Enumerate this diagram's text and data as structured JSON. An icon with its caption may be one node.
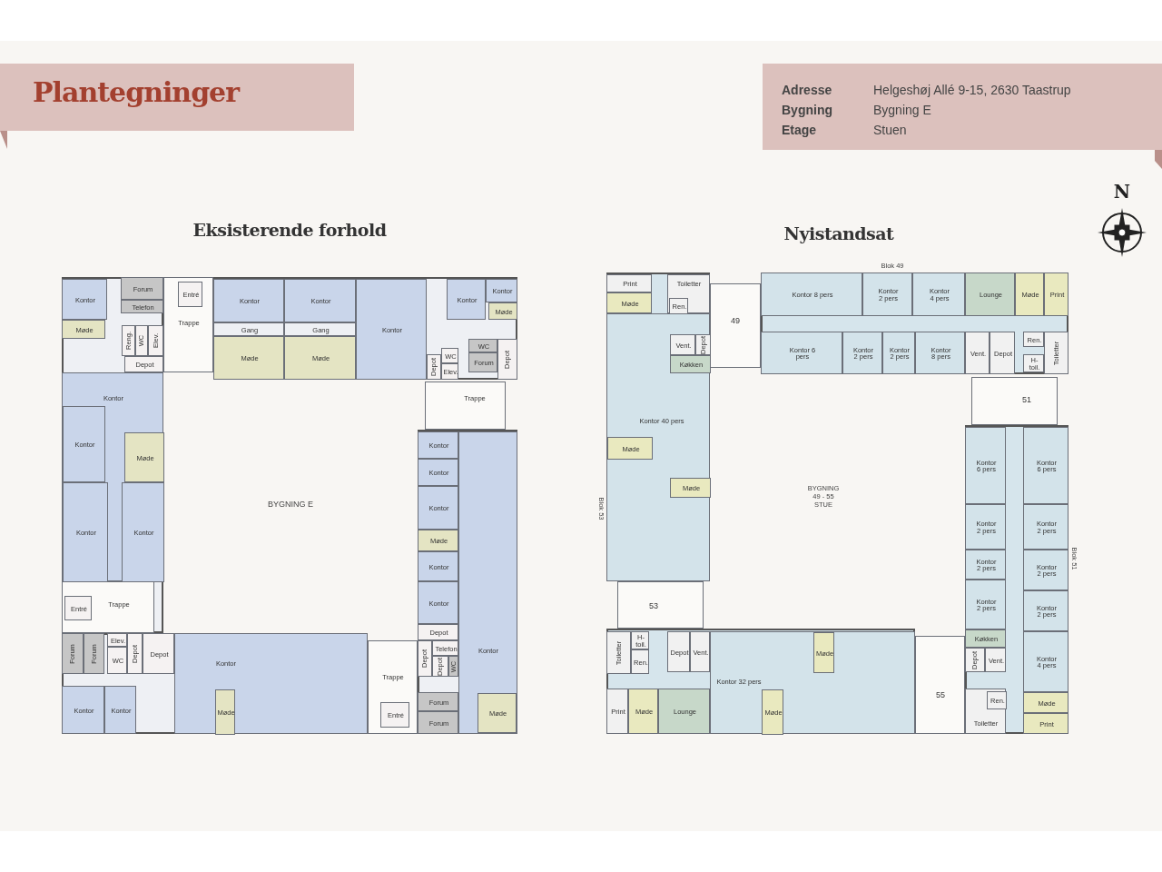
{
  "diagram": {
    "title": "Plantegninger",
    "nodes": [
      {
        "text": [
          "Adresse",
          "Helgeshøj Allé 9-15, 2630 Taastrup",
          "Bygning",
          "Bygning E",
          "Etage",
          "Stuen"
        ]
      },
      {
        "text": [
          "Eksisterende forhold"
        ]
      },
      {
        "text": [
          "Nyistandsat"
        ]
      },
      {
        "text": [
          "Kontor"
        ],
        "in": 1
      },
      {
        "text": [
          "Møde"
        ],
        "in": 1
      },
      {
        "text": [
          "Forum"
        ],
        "in": 1
      },
      {
        "text": [
          "Telefon"
        ],
        "in": 1
      },
      {
        "text": [
          "Trappe"
        ],
        "in": 1
      },
      {
        "text": [
          "Entré"
        ],
        "in": 7
      },
      {
        "text": [
          "Reng."
        ],
        "in": 1
      },
      {
        "text": [
          "WC"
        ],
        "in": 1
      },
      {
        "text": [
          "Elev."
        ],
        "in": 1
      },
      {
        "text": [
          "Depot"
        ],
        "in": 1
      },
      {
        "text": [
          "Kontor"
        ],
        "in": 1
      },
      {
        "text": [
          "Kontor"
        ],
        "in": 13
      },
      {
        "text": [
          "Møde"
        ],
        "in": 13
      },
      {
        "text": [
          "Kontor"
        ],
        "in": 13
      },
      {
        "text": [
          "Kontor"
        ],
        "in": 13
      },
      {
        "text": [
          "Kontor"
        ],
        "in": 1
      },
      {
        "text": [
          "Kontor"
        ],
        "in": 1
      },
      {
        "text": [
          "Gang"
        ],
        "in": 1
      },
      {
        "text": [
          "Gang"
        ],
        "in": 1
      },
      {
        "text": [
          "Møde"
        ],
        "in": 1
      },
      {
        "text": [
          "Møde"
        ],
        "in": 1
      },
      {
        "text": [
          "Kontor"
        ],
        "in": 1
      },
      {
        "text": [
          "Depot"
        ],
        "in": 1
      },
      {
        "text": [
          "WC"
        ],
        "in": 1
      },
      {
        "text": [
          "Elev."
        ],
        "in": 1
      },
      {
        "text": [
          "Kontor"
        ],
        "in": 1
      },
      {
        "text": [
          "Kontor"
        ],
        "in": 1
      },
      {
        "text": [
          "Møde"
        ],
        "in": 1
      },
      {
        "text": [
          "WC"
        ],
        "in": 1
      },
      {
        "text": [
          "Forum"
        ],
        "in": 1
      },
      {
        "text": [
          "Depot"
        ],
        "in": 1
      },
      {
        "text": [
          "Trappe"
        ],
        "in": 1
      },
      {
        "text": [
          "Kontor"
        ],
        "in": 1
      },
      {
        "text": [
          "Kontor"
        ],
        "in": 1
      },
      {
        "text": [
          "Kontor"
        ],
        "in": 1
      },
      {
        "text": [
          "Møde"
        ],
        "in": 1
      },
      {
        "text": [
          "Kontor"
        ],
        "in": 1
      },
      {
        "text": [
          "Kontor"
        ],
        "in": 1
      },
      {
        "text": [
          "Depot"
        ],
        "in": 1
      },
      {
        "text": [
          "Depot"
        ],
        "in": 1
      },
      {
        "text": [
          "Telefon"
        ],
        "in": 1
      },
      {
        "text": [
          "Depot"
        ],
        "in": 1
      },
      {
        "text": [
          "WC"
        ],
        "in": 1
      },
      {
        "text": [
          "Kontor"
        ],
        "in": 1
      },
      {
        "text": [
          "Møde"
        ],
        "in": 46
      },
      {
        "text": [
          "Forum"
        ],
        "in": 1
      },
      {
        "text": [
          "Forum"
        ],
        "in": 1
      },
      {
        "text": [
          "Trappe"
        ],
        "in": 1
      },
      {
        "text": [
          "Entré"
        ],
        "in": 50
      },
      {
        "text": [
          "Kontor"
        ],
        "in": 1
      },
      {
        "text": [
          "Møde"
        ],
        "in": 52
      },
      {
        "text": [
          "Kontor"
        ],
        "in": 1
      },
      {
        "text": [
          "Kontor"
        ],
        "in": 1
      },
      {
        "text": [
          "Forum"
        ],
        "in": 1
      },
      {
        "text": [
          "Forum"
        ],
        "in": 1
      },
      {
        "text": [
          "Elev."
        ],
        "in": 1
      },
      {
        "text": [
          "WC"
        ],
        "in": 1
      },
      {
        "text": [
          "Depot"
        ],
        "in": 1
      },
      {
        "text": [
          "Depot"
        ],
        "in": 1
      },
      {
        "text": [
          "Trappe"
        ],
        "in": 1
      },
      {
        "text": [
          "Entré"
        ],
        "in": 62
      },
      {
        "text": [
          "Print"
        ],
        "in": 2
      },
      {
        "text": [
          "Møde"
        ],
        "in": 2
      },
      {
        "text": [
          "Toiletter"
        ],
        "in": 2
      },
      {
        "text": [
          "Ren."
        ],
        "in": 66
      },
      {
        "text": [
          "Kontor 40 pers"
        ],
        "in": 2
      },
      {
        "text": [
          "Vent."
        ],
        "in": 68
      },
      {
        "text": [
          "Depot"
        ],
        "in": 68
      },
      {
        "text": [
          "Køkken"
        ],
        "in": 68
      },
      {
        "text": [
          "Møde"
        ],
        "in": 68
      },
      {
        "text": [
          "Møde"
        ],
        "in": 68
      },
      {
        "text": [
          "49"
        ],
        "in": 2
      },
      {
        "text": [
          "Kontor 8 pers"
        ],
        "in": 2
      },
      {
        "text": [
          "Kontor 2 pers"
        ],
        "in": 2
      },
      {
        "text": [
          "Kontor 4 pers"
        ],
        "in": 2
      },
      {
        "text": [
          "Lounge"
        ],
        "in": 2
      },
      {
        "text": [
          "Møde"
        ],
        "in": 2
      },
      {
        "text": [
          "Print"
        ],
        "in": 2
      },
      {
        "text": [
          "Kontor 6 pers"
        ],
        "in": 2
      },
      {
        "text": [
          "Kontor 2 pers"
        ],
        "in": 2
      },
      {
        "text": [
          "Kontor 2 pers"
        ],
        "in": 2
      },
      {
        "text": [
          "Kontor 8 pers"
        ],
        "in": 2
      },
      {
        "text": [
          "Vent."
        ],
        "in": 2
      },
      {
        "text": [
          "Depot"
        ],
        "in": 2
      },
      {
        "text": [
          "Ren."
        ],
        "in": 2
      },
      {
        "text": [
          "Toiletter"
        ],
        "in": 2
      },
      {
        "text": [
          "H-toil."
        ],
        "in": 2
      },
      {
        "text": [
          "51"
        ],
        "in": 2
      },
      {
        "text": [
          "Kontor 6 pers"
        ],
        "in": 2
      },
      {
        "text": [
          "Kontor 6 pers"
        ],
        "in": 2
      },
      {
        "text": [
          "Kontor 2 pers"
        ],
        "in": 2
      },
      {
        "text": [
          "Kontor 2 pers"
        ],
        "in": 2
      },
      {
        "text": [
          "Kontor 2 pers"
        ],
        "in": 2
      },
      {
        "text": [
          "Kontor 2 pers"
        ],
        "in": 2
      },
      {
        "text": [
          "Kontor 2 pers"
        ],
        "in": 2
      },
      {
        "text": [
          "Kontor 2 pers"
        ],
        "in": 2
      },
      {
        "text": [
          "Køkken"
        ],
        "in": 2
      },
      {
        "text": [
          "Depot"
        ],
        "in": 2
      },
      {
        "text": [
          "Vent."
        ],
        "in": 2
      },
      {
        "text": [
          "Kontor 4 pers"
        ],
        "in": 2
      },
      {
        "text": [
          "Toiletter"
        ],
        "in": 2
      },
      {
        "text": [
          "Ren."
        ],
        "in": 103
      },
      {
        "text": [
          "Møde"
        ],
        "in": 2
      },
      {
        "text": [
          "Print"
        ],
        "in": 2
      },
      {
        "text": [
          "55"
        ],
        "in": 2
      },
      {
        "text": [
          "Kontor 32 pers"
        ],
        "in": 2
      },
      {
        "text": [
          "Møde"
        ],
        "in": 108
      },
      {
        "text": [
          "Møde"
        ],
        "in": 108
      },
      {
        "text": [
          "53"
        ],
        "in": 2
      },
      {
        "text": [
          "Toiletter"
        ],
        "in": 2
      },
      {
        "text": [
          "H-toil."
        ],
        "in": 2
      },
      {
        "text": [
          "Ren."
        ],
        "in": 2
      },
      {
        "text": [
          "Depot"
        ],
        "in": 2
      },
      {
        "text": [
          "Vent."
        ],
        "in": 2
      },
      {
        "text": [
          "Print"
        ],
        "in": 2
      },
      {
        "text": [
          "Møde"
        ],
        "in": 2
      },
      {
        "text": [
          "Lounge"
        ],
        "in": 2
      }
    ],
    "labels": [
      "N",
      "BYGNING E",
      "Blok 49",
      "Blok 53",
      "BYGNING 49 - 55 STUE",
      "Blok 51"
    ]
  }
}
